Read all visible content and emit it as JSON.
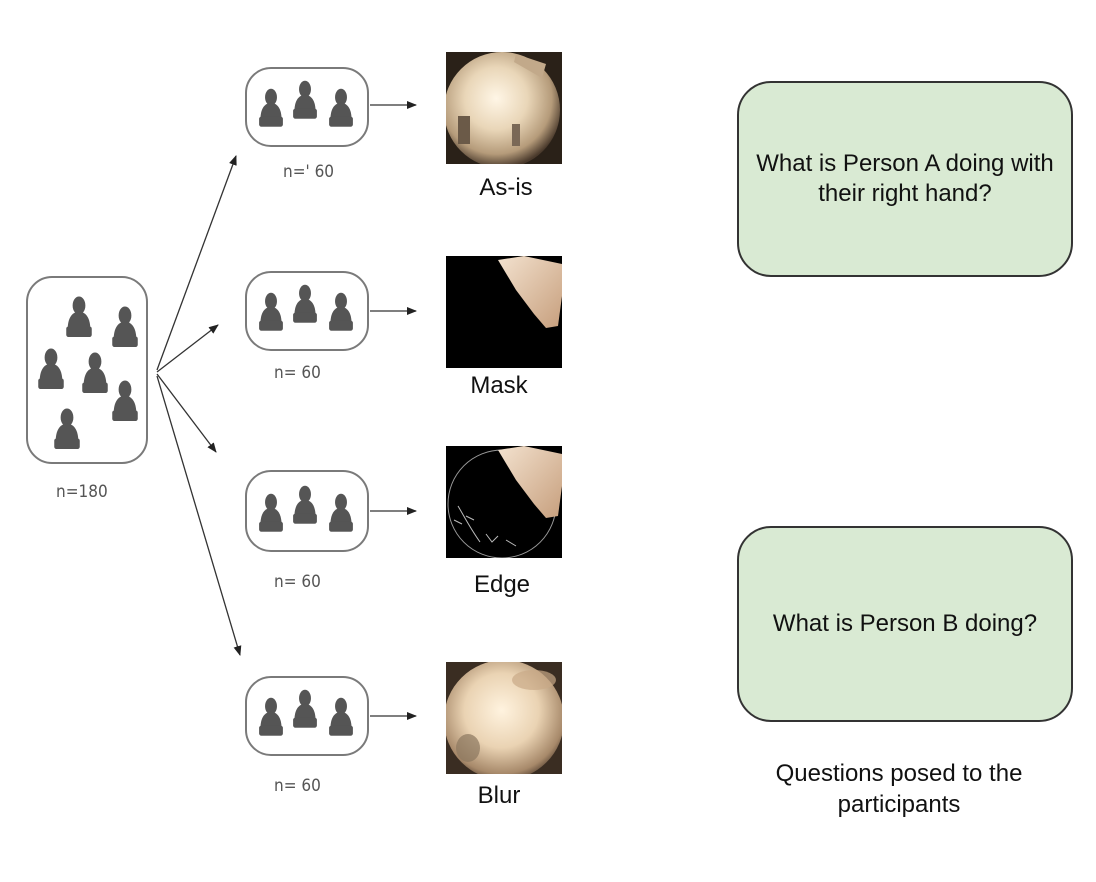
{
  "population": {
    "count_label": "n=180"
  },
  "conditions": [
    {
      "count_label": "n=' 60",
      "label": "As-is"
    },
    {
      "count_label": "n= 60",
      "label": "Mask"
    },
    {
      "count_label": "n= 60",
      "label": "Edge"
    },
    {
      "count_label": "n= 60",
      "label": "Blur"
    }
  ],
  "questions": [
    {
      "text": "What is Person A doing with their right hand?"
    },
    {
      "text": "What is Person B doing?"
    }
  ],
  "questions_caption": "Questions posed to the participants",
  "colors": {
    "question_fill": "#d9ead3",
    "person_icon": "#555555"
  }
}
